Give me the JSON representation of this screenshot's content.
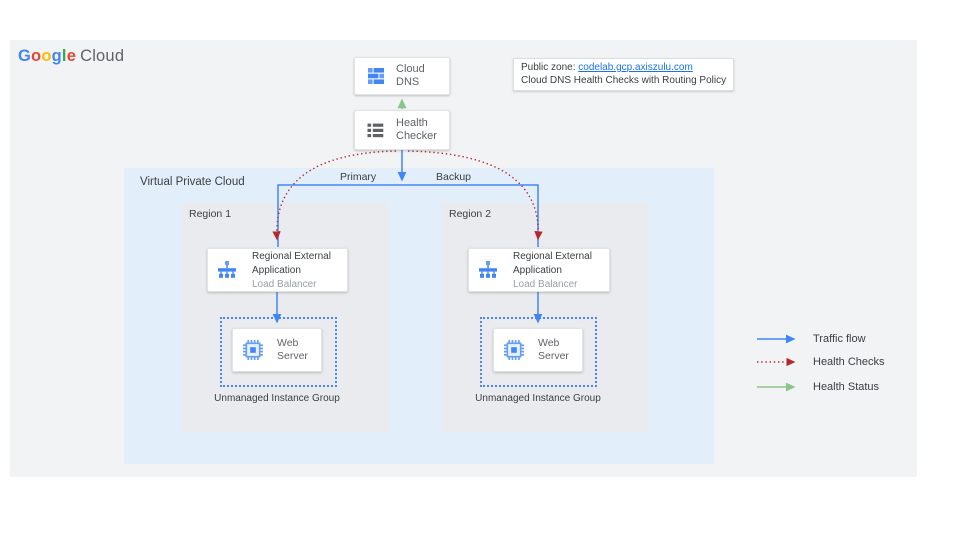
{
  "logo": {
    "letters": [
      {
        "ch": "G",
        "color": "#4285F4"
      },
      {
        "ch": "o",
        "color": "#EA4335"
      },
      {
        "ch": "o",
        "color": "#FBBC05"
      },
      {
        "ch": "g",
        "color": "#4285F4"
      },
      {
        "ch": "l",
        "color": "#34A853"
      },
      {
        "ch": "e",
        "color": "#EA4335"
      }
    ],
    "suffix": "Cloud"
  },
  "annotation": {
    "prefix": "Public zone: ",
    "link": "codelab.gcp.axiszulu.com",
    "line2": "Cloud DNS Health Checks with Routing Policy"
  },
  "nodes": {
    "cloud_dns": {
      "label": "Cloud DNS",
      "icon": "cloud-dns-icon"
    },
    "health_checker": {
      "line1": "Health",
      "line2": "Checker",
      "icon": "health-checker-icon"
    }
  },
  "flow_labels": {
    "primary": "Primary",
    "backup": "Backup"
  },
  "vpc": {
    "label": "Virtual Private Cloud",
    "regions": [
      {
        "label": "Region 1",
        "lb": {
          "line1": "Regional External",
          "line2": "Application",
          "subtitle": "Load Balancer"
        },
        "server": {
          "line1": "Web",
          "line2": "Server"
        },
        "group_label": "Unmanaged Instance Group"
      },
      {
        "label": "Region 2",
        "lb": {
          "line1": "Regional External",
          "line2": "Application",
          "subtitle": "Load Balancer"
        },
        "server": {
          "line1": "Web",
          "line2": "Server"
        },
        "group_label": "Unmanaged Instance Group"
      }
    ]
  },
  "legend": [
    {
      "label": "Traffic flow",
      "style": "solid-blue-arrow"
    },
    {
      "label": "Health Checks",
      "style": "dotted-red-arrow"
    },
    {
      "label": "Health Status",
      "style": "solid-green-arrow"
    }
  ],
  "colors": {
    "traffic_flow": "#4285f4",
    "health_checks": "#b3282d",
    "health_status": "#8ac58a",
    "canvas_bg": "#f1f3f4",
    "vpc_bg": "#e3eefb",
    "region_bg": "#e9ebef",
    "link": "#1a73e8",
    "instance_group_border": "#4c86f2"
  }
}
